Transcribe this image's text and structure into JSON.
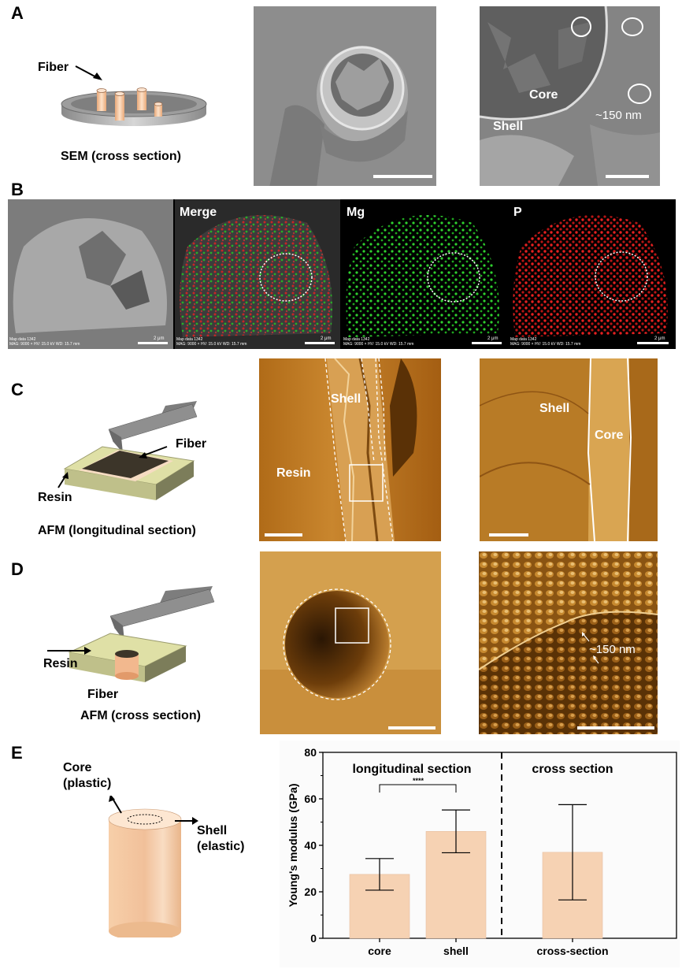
{
  "panels": {
    "A": {
      "letter": "A",
      "schematic_fiber_label": "Fiber",
      "schematic_caption": "SEM (cross section)",
      "zoom_labels": {
        "core": "Core",
        "shell": "Shell",
        "size": "~150 nm"
      }
    },
    "B": {
      "letter": "B",
      "tiles": [
        "",
        "Merge",
        "Mg",
        "P"
      ],
      "meta_line1": "Map data 1342",
      "meta_line2_a": "MAG: 9000 × HV: 15.0 kV WD: 15.7 mm",
      "meta_line2_b": "MAG: 9000 × HV: 15.0 kV WD: 15.7 mm",
      "scalebar_text": "2 μm"
    },
    "C": {
      "letter": "C",
      "fiber_label": "Fiber",
      "resin_label": "Resin",
      "caption": "AFM (longitudinal section)",
      "img_shell": "Shell",
      "img_resin": "Resin",
      "zoom_shell": "Shell",
      "zoom_core": "Core"
    },
    "D": {
      "letter": "D",
      "resin_label": "Resin",
      "fiber_label": "Fiber",
      "caption": "AFM (cross section)",
      "zoom_size": "~150 nm"
    },
    "E": {
      "letter": "E",
      "core_label_1": "Core",
      "core_label_2": "(plastic)",
      "shell_label_1": "Shell",
      "shell_label_2": "(elastic)"
    }
  },
  "chart_data": {
    "type": "bar",
    "categories": [
      "core",
      "shell",
      "cross-section"
    ],
    "values": [
      27.5,
      46,
      37
    ],
    "errors": [
      6.8,
      9.2,
      20.5
    ],
    "ylabel": "Young's modulus (GPa)",
    "ylim": [
      0,
      80
    ],
    "yticks": [
      0,
      20,
      40,
      60,
      80
    ],
    "section_labels": [
      "longitudinal section",
      "cross section"
    ],
    "significance": "****",
    "bar_color": "#f6d2b3",
    "error_color": "#000000"
  }
}
